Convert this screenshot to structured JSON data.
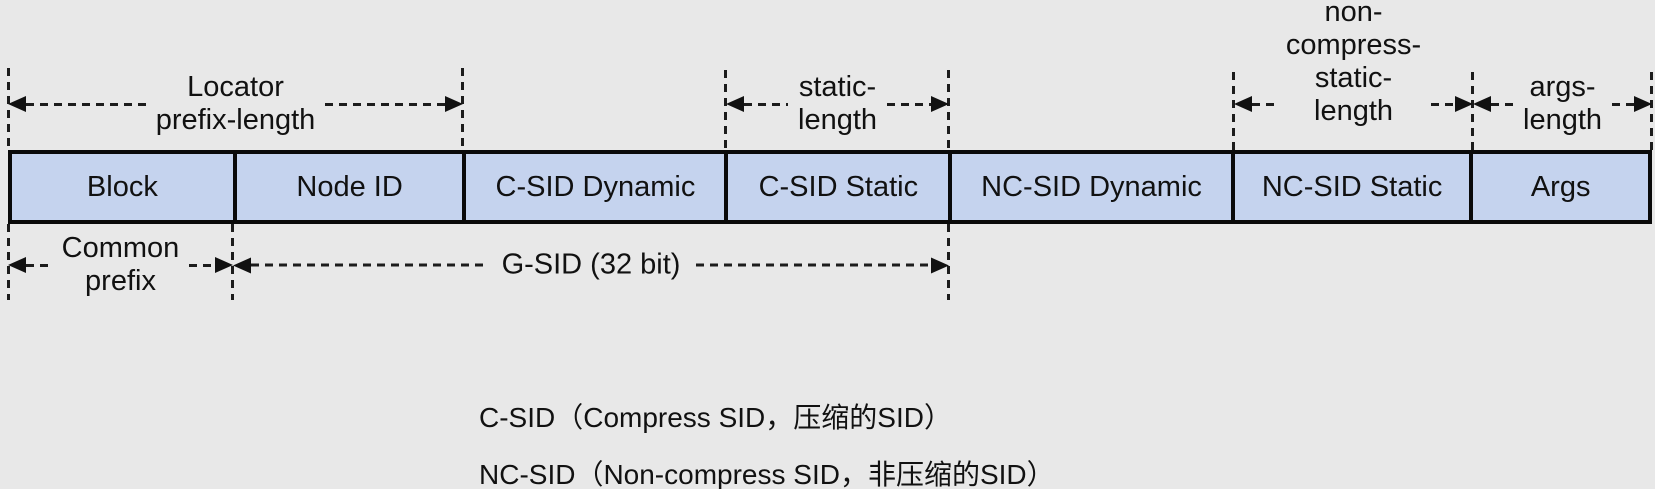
{
  "diagram": {
    "title": "G-SID / C-SID field structure",
    "band": {
      "fields": [
        {
          "label": "Block"
        },
        {
          "label": "Node ID"
        },
        {
          "label": "C-SID Dynamic"
        },
        {
          "label": "C-SID Static"
        },
        {
          "label": "NC-SID Dynamic"
        },
        {
          "label": "NC-SID Static"
        },
        {
          "label": "Args"
        }
      ]
    },
    "annotations": {
      "locator_prefix_length": "Locator\nprefix-length",
      "static_length": "static-\nlength",
      "non_compress_static_length": "non-\ncompress-\nstatic-\nlength",
      "args_length": "args-\nlength",
      "common_prefix": "Common\nprefix",
      "g_sid": "G-SID (32 bit)"
    },
    "legend": {
      "line1": "C-SID（Compress SID，压缩的SID）",
      "line2": "NC-SID（Non-compress SID，非压缩的SID）"
    },
    "colors": {
      "background": "#e8e8e8",
      "field_fill": "#c5d3ee",
      "line": "#111111"
    }
  }
}
